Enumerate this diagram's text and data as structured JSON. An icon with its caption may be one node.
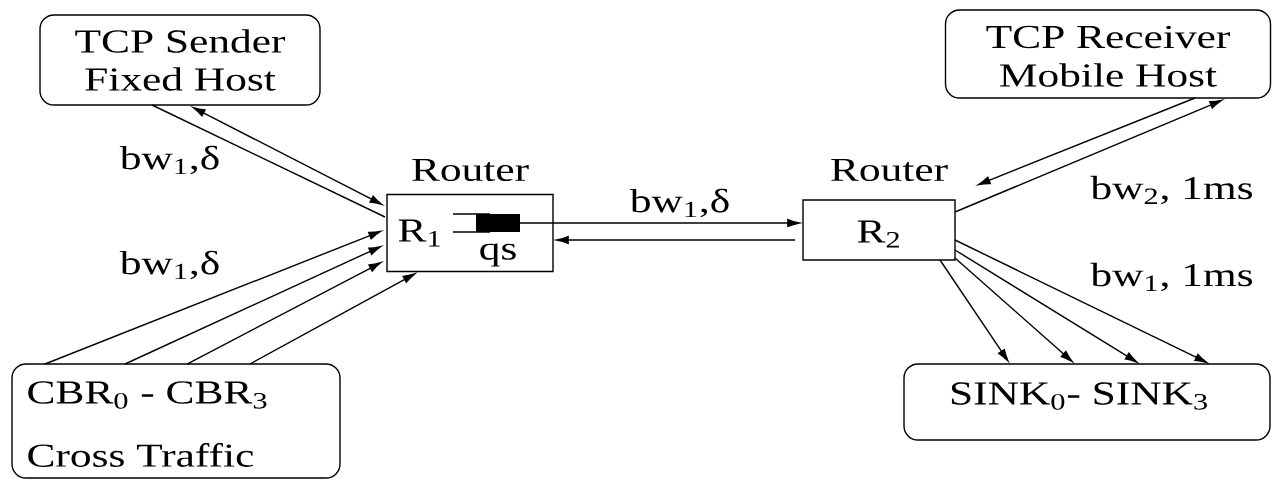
{
  "diagram": {
    "nodes": [
      {
        "text": [
          "TCP Sender",
          "Fixed Host"
        ]
      },
      {
        "text": [
          "Router",
          "R$_{1}$",
          "qs"
        ]
      },
      {
        "text": [
          "Router",
          "R$_{2}$"
        ]
      },
      {
        "text": [
          "TCP Receiver",
          "Mobile Host"
        ]
      },
      {
        "text": [
          "CBR$_{0}$ - CBR$_{3}$",
          "Cross Traffic"
        ]
      },
      {
        "text": [
          "SINK$_{0}$- SINK$_{3}$"
        ]
      }
    ],
    "edges": [
      {
        "from": 0,
        "to": 1,
        "arrow": "both",
        "label": "bw$_{1}$,δ"
      },
      {
        "from": 0,
        "to": 1,
        "arrow": "none"
      },
      {
        "from": 4,
        "to": 1,
        "arrow": "to",
        "label": "bw$_{1}$,δ"
      },
      {
        "from": 4,
        "to": 1,
        "arrow": "to"
      },
      {
        "from": 4,
        "to": 1,
        "arrow": "to"
      },
      {
        "from": 4,
        "to": 1,
        "arrow": "to"
      },
      {
        "from": 1,
        "to": 2,
        "arrow": "to",
        "label": "bw$_{1}$,δ"
      },
      {
        "from": 2,
        "to": 1,
        "arrow": "to"
      },
      {
        "from": 2,
        "to": 3,
        "arrow": "to",
        "label": "bw$_{2}$, 1ms"
      },
      {
        "from": 3,
        "to": 2,
        "arrow": "to"
      },
      {
        "from": 2,
        "to": 5,
        "arrow": "to",
        "label": "bw$_{1}$, 1ms"
      },
      {
        "from": 2,
        "to": 5,
        "arrow": "to"
      },
      {
        "from": 2,
        "to": 5,
        "arrow": "to"
      },
      {
        "from": 2,
        "to": 5,
        "arrow": "to"
      }
    ]
  }
}
